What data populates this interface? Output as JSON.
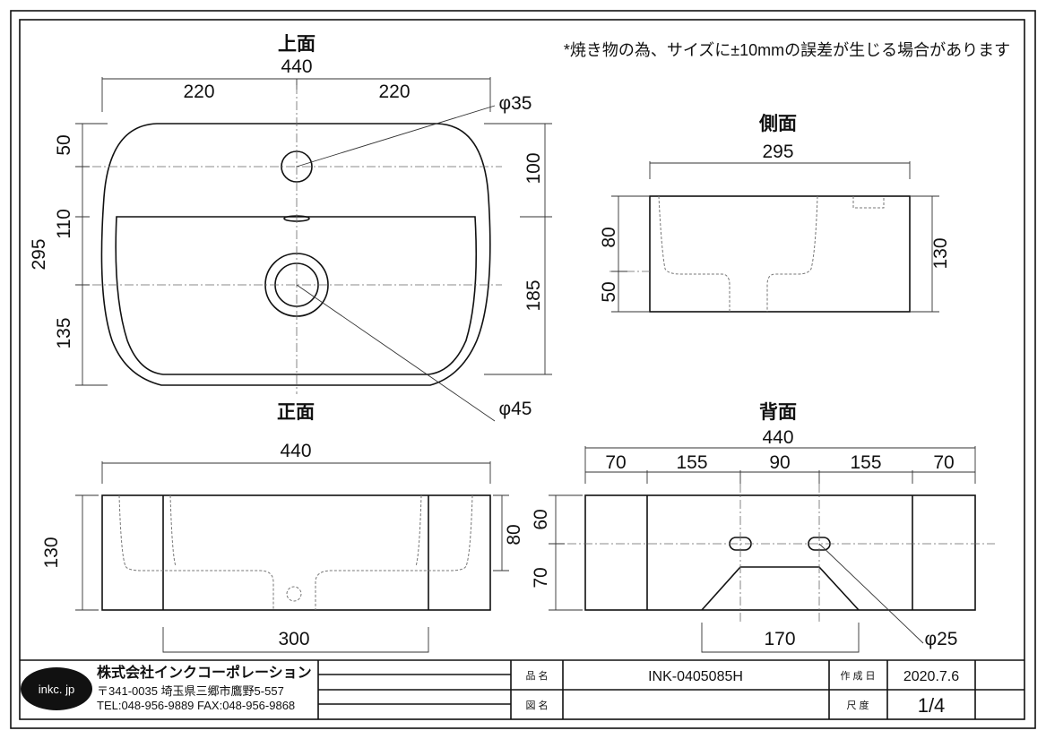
{
  "note": "*焼き物の為、サイズに±10mmの誤差が生じる場合があります",
  "top_view": {
    "title": "上面",
    "overall_width": "440",
    "half_left": "220",
    "half_right": "220",
    "hole_small": "φ35",
    "hole_large": "φ45",
    "left_dims": [
      "50",
      "110",
      "135"
    ],
    "total_depth": "295",
    "right_dims": [
      "100",
      "185"
    ]
  },
  "side_view": {
    "title": "側面",
    "width": "295",
    "left_dims": [
      "80",
      "50"
    ],
    "height": "130"
  },
  "front_view": {
    "title": "正面",
    "width": "440",
    "height": "130",
    "right_dim": "80",
    "bottom_dim": "300"
  },
  "back_view": {
    "title": "背面",
    "width": "440",
    "segments": [
      "70",
      "155",
      "90",
      "155",
      "70"
    ],
    "left_dims": [
      "60",
      "70"
    ],
    "bottom_dim": "170",
    "hole": "φ25"
  },
  "title_block": {
    "logo": "inkc. jp",
    "company": "株式会社インクコーポレーション",
    "address": "〒341-0035 埼玉県三郷市鷹野5-557",
    "contact": "TEL:048-956-9889  FAX:048-956-9868",
    "product_name_label": "品 名",
    "product_name": "INK-0405085H",
    "drawing_name_label": "図 名",
    "drawing_name": "",
    "created_label": "作 成 日",
    "created_date": "2020.7.6",
    "scale_label": "尺 度",
    "scale": "1/4"
  }
}
